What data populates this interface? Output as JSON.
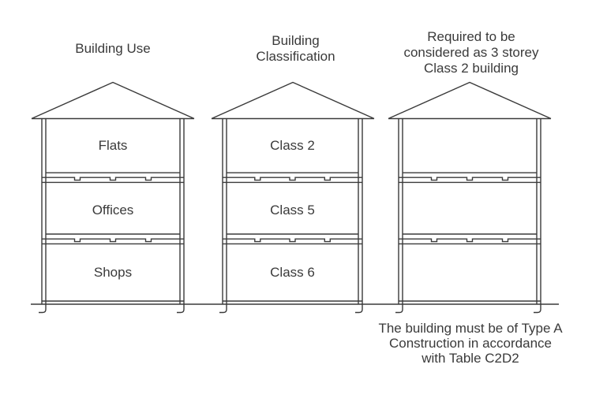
{
  "colors": {
    "background": "#ffffff",
    "line": "#3a3a3a",
    "text": "#3a3a3a"
  },
  "buildings": [
    {
      "id": "building-use",
      "title_lines": [
        "Building Use"
      ],
      "floor_labels": [
        "Flats",
        "Offices",
        "Shops"
      ]
    },
    {
      "id": "building-classification",
      "title_lines": [
        "Building",
        "Classification"
      ],
      "floor_labels": [
        "Class 2",
        "Class 5",
        "Class 6"
      ]
    },
    {
      "id": "required-classification",
      "title_lines": [
        "Required to be",
        "considered as 3 storey",
        "Class 2 building"
      ],
      "floor_labels": []
    }
  ],
  "footnote_lines": [
    "The building must be of Type A",
    "Construction in accordance",
    "with Table C2D2"
  ]
}
